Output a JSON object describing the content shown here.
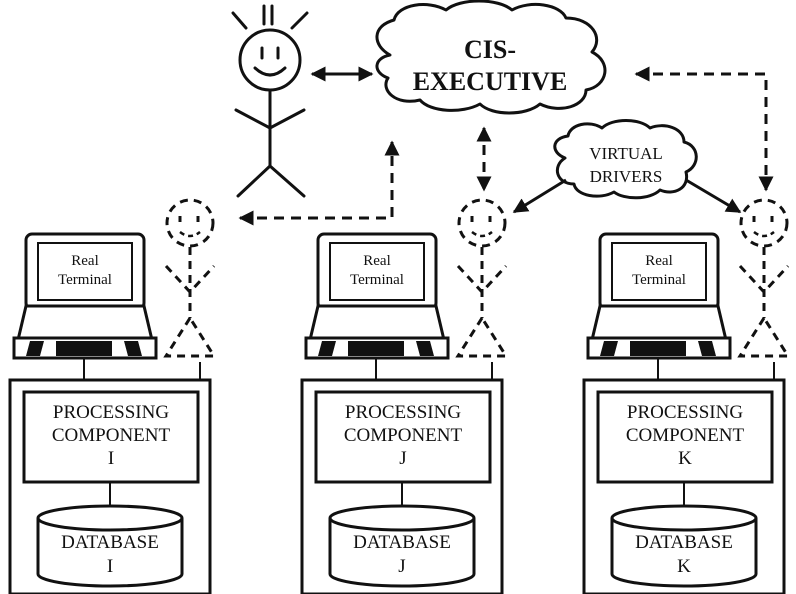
{
  "executive": {
    "line1": "CIS-",
    "line2": "EXECUTIVE"
  },
  "virtual_drivers": {
    "line1": "VIRTUAL",
    "line2": "DRIVERS"
  },
  "nodes": [
    {
      "terminal_line1": "Real",
      "terminal_line2": "Terminal",
      "processing_line1": "PROCESSING",
      "processing_line2": "COMPONENT",
      "processing_id": "I",
      "database_label": "DATABASE",
      "database_id": "I"
    },
    {
      "terminal_line1": "Real",
      "terminal_line2": "Terminal",
      "processing_line1": "PROCESSING",
      "processing_line2": "COMPONENT",
      "processing_id": "J",
      "database_label": "DATABASE",
      "database_id": "J"
    },
    {
      "terminal_line1": "Real",
      "terminal_line2": "Terminal",
      "processing_line1": "PROCESSING",
      "processing_line2": "COMPONENT",
      "processing_id": "K",
      "database_label": "DATABASE",
      "database_id": "K"
    }
  ]
}
